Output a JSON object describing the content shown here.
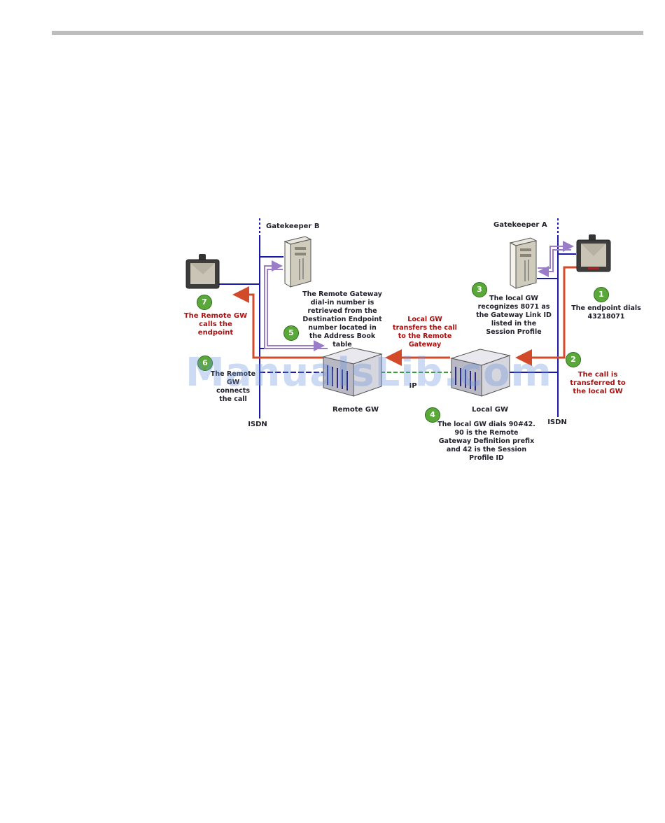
{
  "labels": {
    "gatekeeper_b": "Gatekeeper B",
    "gatekeeper_a": "Gatekeeper A",
    "remote_gw": "Remote GW",
    "local_gw": "Local GW",
    "isdn_left": "ISDN",
    "isdn_right": "ISDN",
    "ip": "IP"
  },
  "steps": [
    {
      "number": "1",
      "text": "The endpoint dials 43218071"
    },
    {
      "number": "2",
      "text": "The call is transferred to the local GW"
    },
    {
      "number": "3",
      "text": "The local GW recognizes 8071 as the Gateway Link ID listed in the Session Profile"
    },
    {
      "number": "4",
      "text": "The local GW dials 90#42. 90 is the Remote Gateway Definition prefix and 42 is the Session Profile ID"
    },
    {
      "number": "5",
      "text": "The Remote Gateway dial-in number is retrieved from the Destination Endpoint number located in the Address Book table"
    },
    {
      "number": "6",
      "text": "The Remote GW connects the call"
    },
    {
      "number": "7",
      "text": "The Remote GW calls the endpoint"
    }
  ],
  "transfer_note": "Local GW transfers the call to the Remote Gateway",
  "watermark": "ManualsLib.com",
  "colors": {
    "network_line": "#1a1aa8",
    "call_arrow": "#d24a2a",
    "signal_arrow": "#9a7cc8",
    "badge": "#5aa83a"
  }
}
